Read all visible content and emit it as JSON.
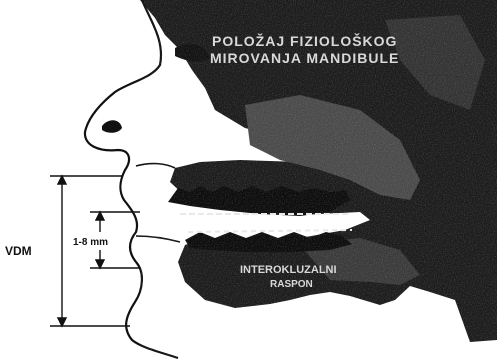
{
  "figure": {
    "labels": {
      "vdm": "VDM",
      "range": "1-8 mm",
      "title_line1": "POLOŽAJ FIZIOLOŠKOG",
      "title_line2": "MIROVANJA MANDIBULE",
      "bottom_line1": "INTEROKLUZALNI",
      "bottom_line2": "RASPON"
    },
    "colors": {
      "ink": "#111111",
      "paper": "#ffffff",
      "shadow": "#2a2a2a",
      "overlay_text": "#d9d9d9"
    }
  }
}
